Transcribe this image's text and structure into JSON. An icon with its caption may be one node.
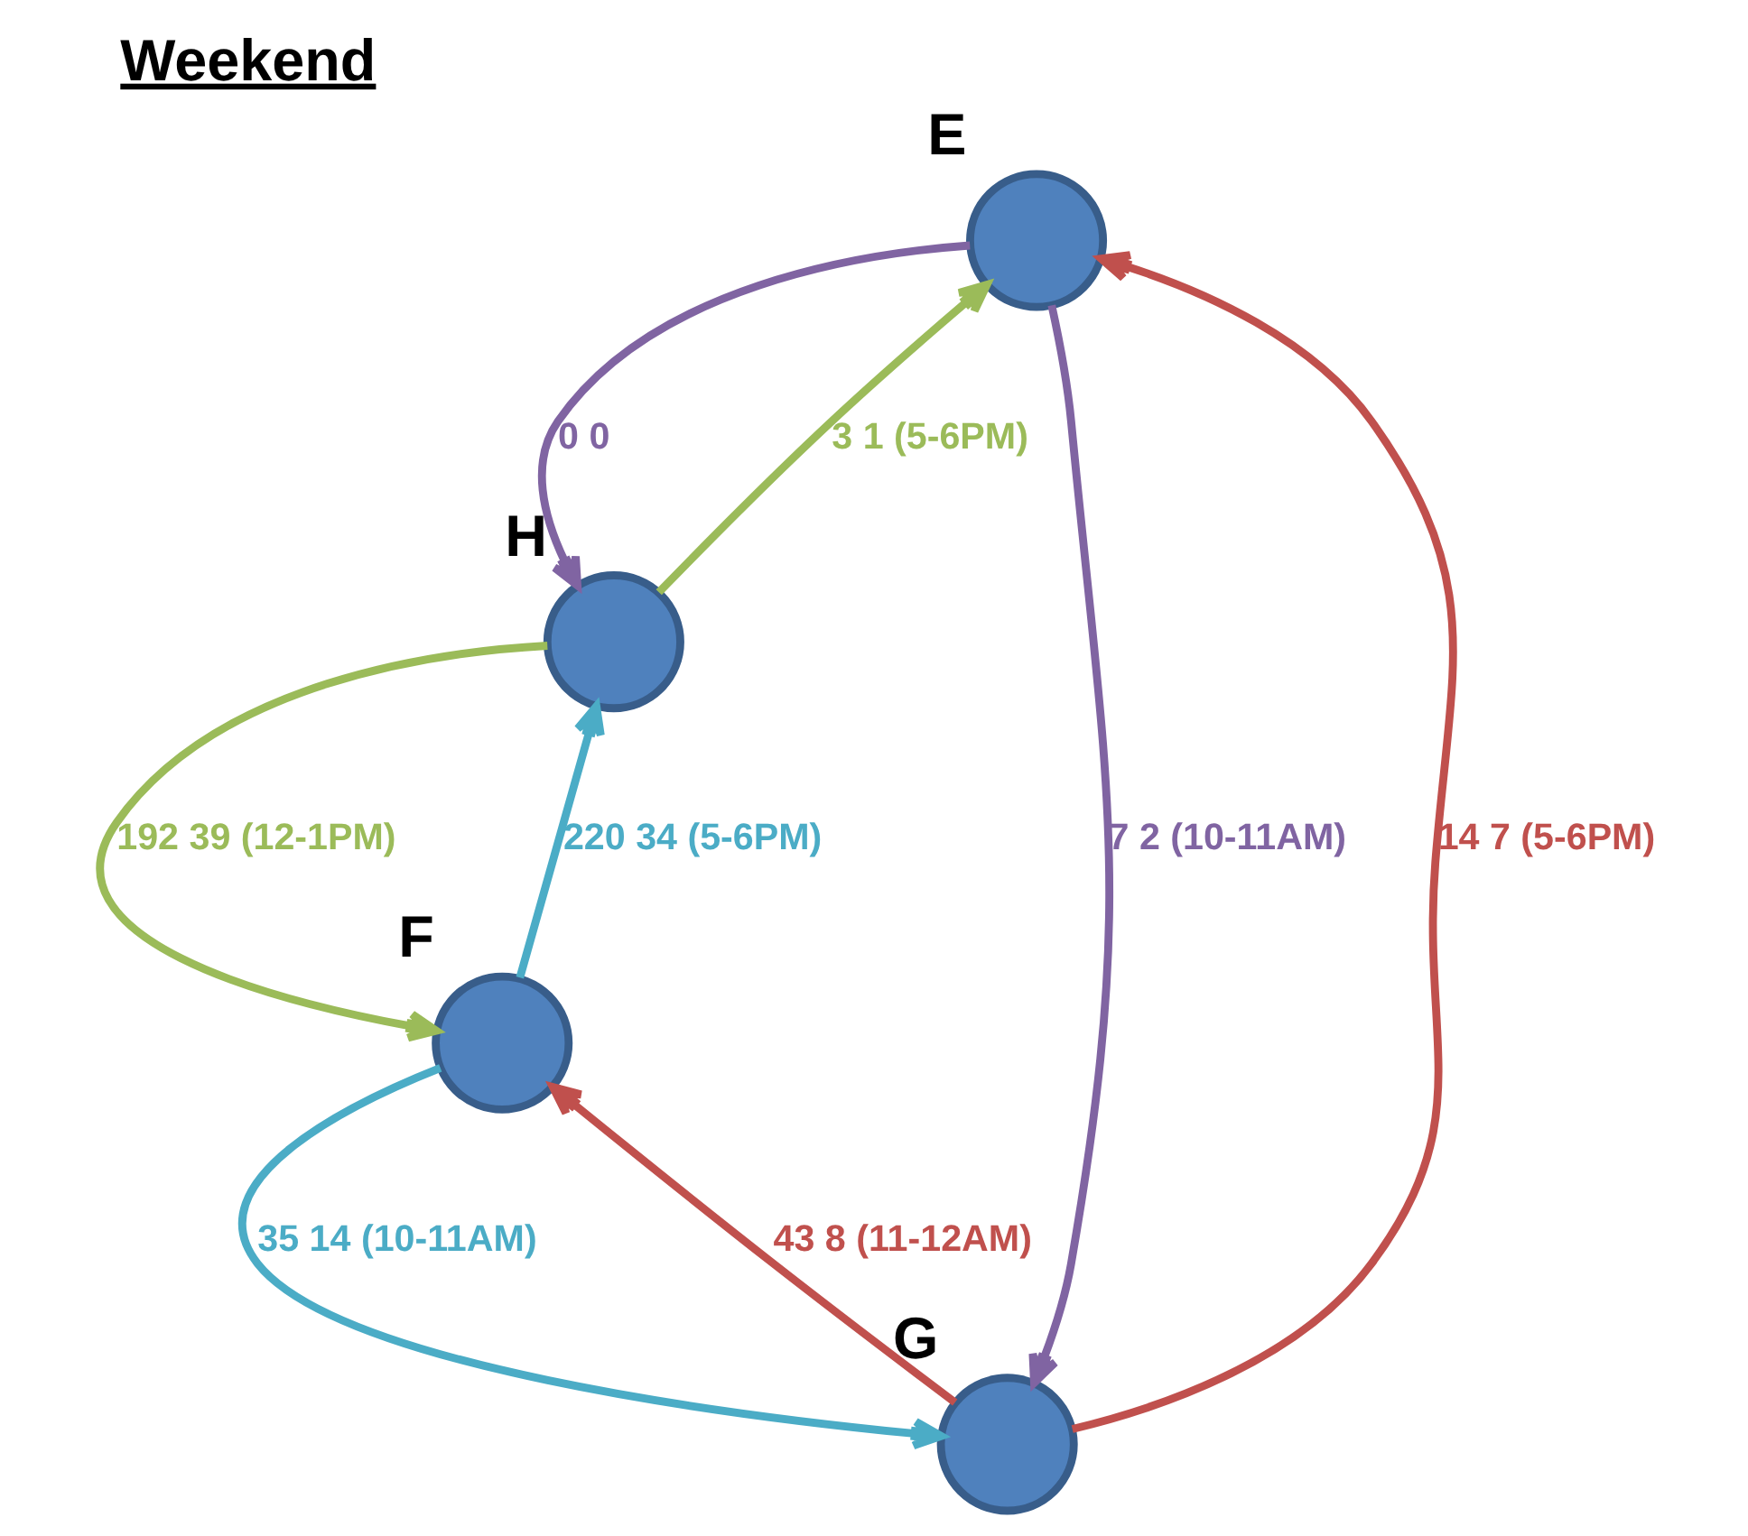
{
  "diagram": {
    "title": "Weekend",
    "nodes": [
      {
        "text": [
          "E"
        ]
      },
      {
        "text": [
          "H"
        ]
      },
      {
        "text": [
          "F"
        ]
      },
      {
        "text": [
          "G"
        ]
      }
    ],
    "edges": [
      {
        "from": 0,
        "to": 1,
        "arrow": "to",
        "label": "0 0",
        "color": "#8064a2"
      },
      {
        "from": 1,
        "to": 0,
        "arrow": "to",
        "label": "3 1 (5-6PM)",
        "color": "#9bbb59"
      },
      {
        "from": 3,
        "to": 0,
        "arrow": "to",
        "label": "14 7 (5-6PM)",
        "color": "#c0504d"
      },
      {
        "from": 0,
        "to": 3,
        "arrow": "to",
        "label": "7 2 (10-11AM)",
        "color": "#8064a2"
      },
      {
        "from": 1,
        "to": 2,
        "arrow": "to",
        "label": "192 39 (12-1PM)",
        "color": "#9bbb59"
      },
      {
        "from": 2,
        "to": 1,
        "arrow": "to",
        "label": "220 34 (5-6PM)",
        "color": "#4bacc6"
      },
      {
        "from": 2,
        "to": 3,
        "arrow": "to",
        "label": "35 14 (10-11AM)",
        "color": "#4bacc6"
      },
      {
        "from": 3,
        "to": 2,
        "arrow": "to",
        "label": "43 8 (11-12AM)",
        "color": "#c0504d"
      }
    ]
  }
}
